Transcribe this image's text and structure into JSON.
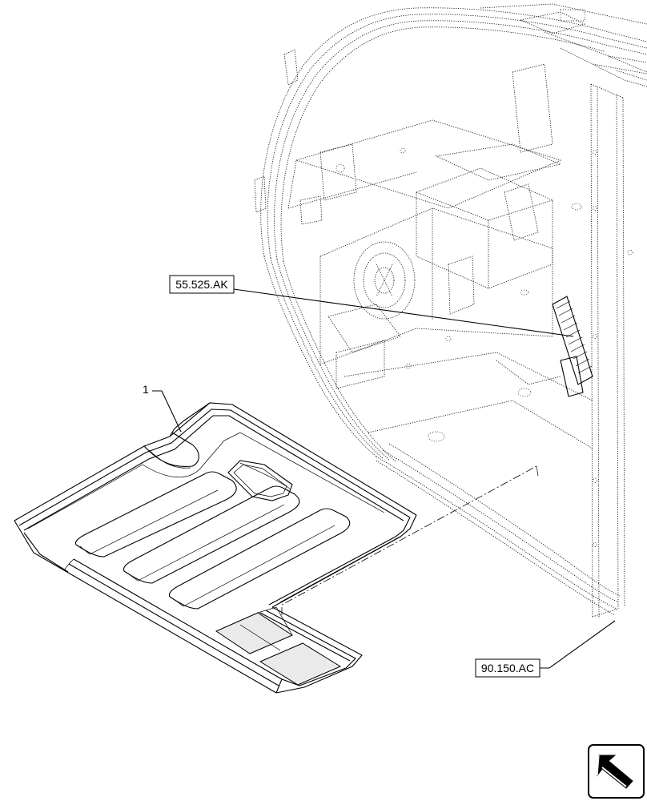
{
  "callouts": {
    "part_item": "1",
    "ref_upper": "55.525.AK",
    "ref_lower": "90.150.AC"
  },
  "icons": {
    "navigation": "return-arrow-icon"
  }
}
